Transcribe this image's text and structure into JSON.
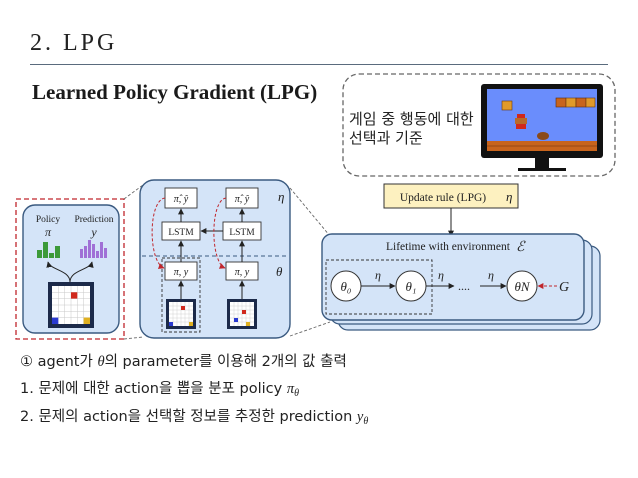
{
  "section_title": "2. LPG",
  "heading": "Learned Policy Gradient (LPG)",
  "callout": {
    "line1": "게임 중 행동에 대한",
    "line2": "선택과 기준"
  },
  "agent_panel": {
    "policy_label": "Policy",
    "policy_symbol": "π",
    "prediction_label": "Prediction",
    "prediction_symbol": "y"
  },
  "lstm_panel": {
    "output_label": "π̂, ŷ",
    "lstm_label": "LSTM",
    "input_label": "π, y",
    "eta": "η",
    "theta": "θ"
  },
  "update_rule": {
    "label": "Update rule (LPG)",
    "eta": "η"
  },
  "lifetime": {
    "label": "Lifetime with environment",
    "env_symbol": "ℰ",
    "theta0": "θ₀",
    "theta1": "θ₁",
    "thetaN": "θN",
    "eta": "η",
    "dots": "....",
    "g": "G"
  },
  "bullets": {
    "main_prefix": "① agent가 ",
    "main_theta": "θ",
    "main_suffix": "의 parameter를 이용해 2개의 값 출력",
    "b1_text": "1.  문제에 대한 action을 뽑을 분포 policy ",
    "b1_sym": "π",
    "b1_sub": "θ",
    "b2_text": "2.  문제의 action을 선택할 정보를 추정한 prediction ",
    "b2_sym": "y",
    "b2_sub": "θ"
  },
  "colors": {
    "panel_fill": "#d4e4f8",
    "panel_stroke": "#3a5a80",
    "update_fill": "#fdf1c0",
    "red_dash": "#c0262c",
    "policy_bar": "#3c9a3a",
    "prediction_bar": "#a070d6",
    "grid_dark": "#1c2a4a"
  }
}
